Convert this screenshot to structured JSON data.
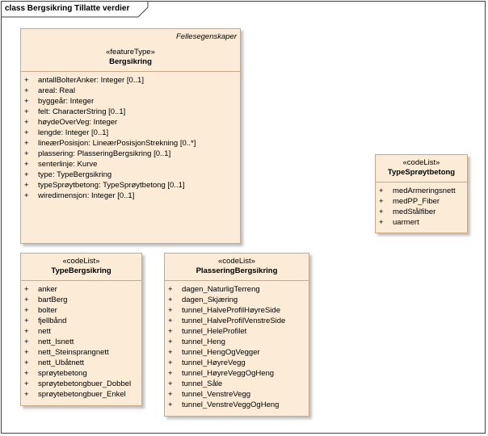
{
  "diagram": {
    "title": "class Bergsikring Tillatte verdier"
  },
  "classes": {
    "bergsikring": {
      "package": "Fellesegenskaper",
      "stereotype": "«featureType»",
      "name": "Bergsikring",
      "attributes": [
        {
          "vis": "+",
          "text": "antallBolterAnker: Integer [0..1]"
        },
        {
          "vis": "+",
          "text": "areal: Real"
        },
        {
          "vis": "+",
          "text": "byggeår: Integer"
        },
        {
          "vis": "+",
          "text": "felt: CharacterString [0..1]"
        },
        {
          "vis": "+",
          "text": "høydeOverVeg: Integer"
        },
        {
          "vis": "+",
          "text": "lengde: Integer [0..1]"
        },
        {
          "vis": "+",
          "text": "lineærPosisjon: LineærPosisjonStrekning [0..*]"
        },
        {
          "vis": "+",
          "text": "plassering: PlasseringBergsikring [0..1]"
        },
        {
          "vis": "+",
          "text": "senterlinje: Kurve"
        },
        {
          "vis": "+",
          "text": "type: TypeBergsikring"
        },
        {
          "vis": "+",
          "text": "typeSprøytbetong: TypeSprøytbetong [0..1]"
        },
        {
          "vis": "+",
          "text": "wiredimensjon: Integer [0..1]"
        }
      ]
    },
    "typeSproytbetong": {
      "stereotype": "«codeList»",
      "name": "TypeSprøytbetong",
      "attributes": [
        {
          "vis": "+",
          "text": "medArmeringsnett"
        },
        {
          "vis": "+",
          "text": "medPP_Fiber"
        },
        {
          "vis": "+",
          "text": "medStålfiber"
        },
        {
          "vis": "+",
          "text": "uarmert"
        }
      ]
    },
    "typeBergsikring": {
      "stereotype": "«codeList»",
      "name": "TypeBergsikring",
      "attributes": [
        {
          "vis": "+",
          "text": "anker"
        },
        {
          "vis": "+",
          "text": "bartBerg"
        },
        {
          "vis": "+",
          "text": "bolter"
        },
        {
          "vis": "+",
          "text": "fjellbånd"
        },
        {
          "vis": "+",
          "text": "nett"
        },
        {
          "vis": "+",
          "text": "nett_Isnett"
        },
        {
          "vis": "+",
          "text": "nett_Steinsprangnett"
        },
        {
          "vis": "+",
          "text": "nett_Ubåtnett"
        },
        {
          "vis": "+",
          "text": "sprøytebetong"
        },
        {
          "vis": "+",
          "text": "sprøytebetongbuer_Dobbel"
        },
        {
          "vis": "+",
          "text": "sprøytebetongbuer_Enkel"
        }
      ]
    },
    "plasseringBergsikring": {
      "stereotype": "«codeList»",
      "name": "PlasseringBergsikring",
      "attributes": [
        {
          "vis": "+",
          "text": "dagen_NaturligTerreng"
        },
        {
          "vis": "+",
          "text": "dagen_Skjæring"
        },
        {
          "vis": "+",
          "text": "tunnel_HalveProfilHøyreSide"
        },
        {
          "vis": "+",
          "text": "tunnel_HalveProfilVenstreSide"
        },
        {
          "vis": "+",
          "text": "tunnel_HeleProfilet"
        },
        {
          "vis": "+",
          "text": "tunnel_Heng"
        },
        {
          "vis": "+",
          "text": "tunnel_HengOgVegger"
        },
        {
          "vis": "+",
          "text": "tunnel_HøyreVegg"
        },
        {
          "vis": "+",
          "text": "tunnel_HøyreVeggOgHeng"
        },
        {
          "vis": "+",
          "text": "tunnel_Såle"
        },
        {
          "vis": "+",
          "text": "tunnel_VenstreVegg"
        },
        {
          "vis": "+",
          "text": "tunnel_VenstreVeggOgHeng"
        }
      ]
    }
  }
}
